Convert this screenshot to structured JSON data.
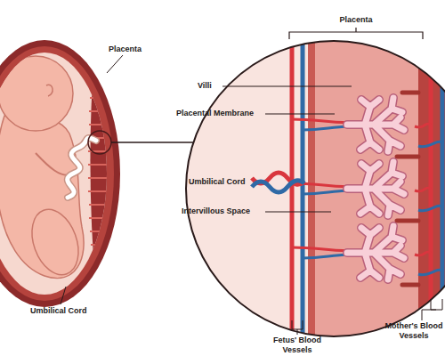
{
  "diagram": {
    "labels": [
      "Placenta",
      "Placenta",
      "Villi",
      "Placental Membrane",
      "Umbilical Cord",
      "Intervillous Space",
      "Umbilical Cord",
      "Fetus' Blood Vessels",
      "Mother's Blood Vessels"
    ]
  }
}
